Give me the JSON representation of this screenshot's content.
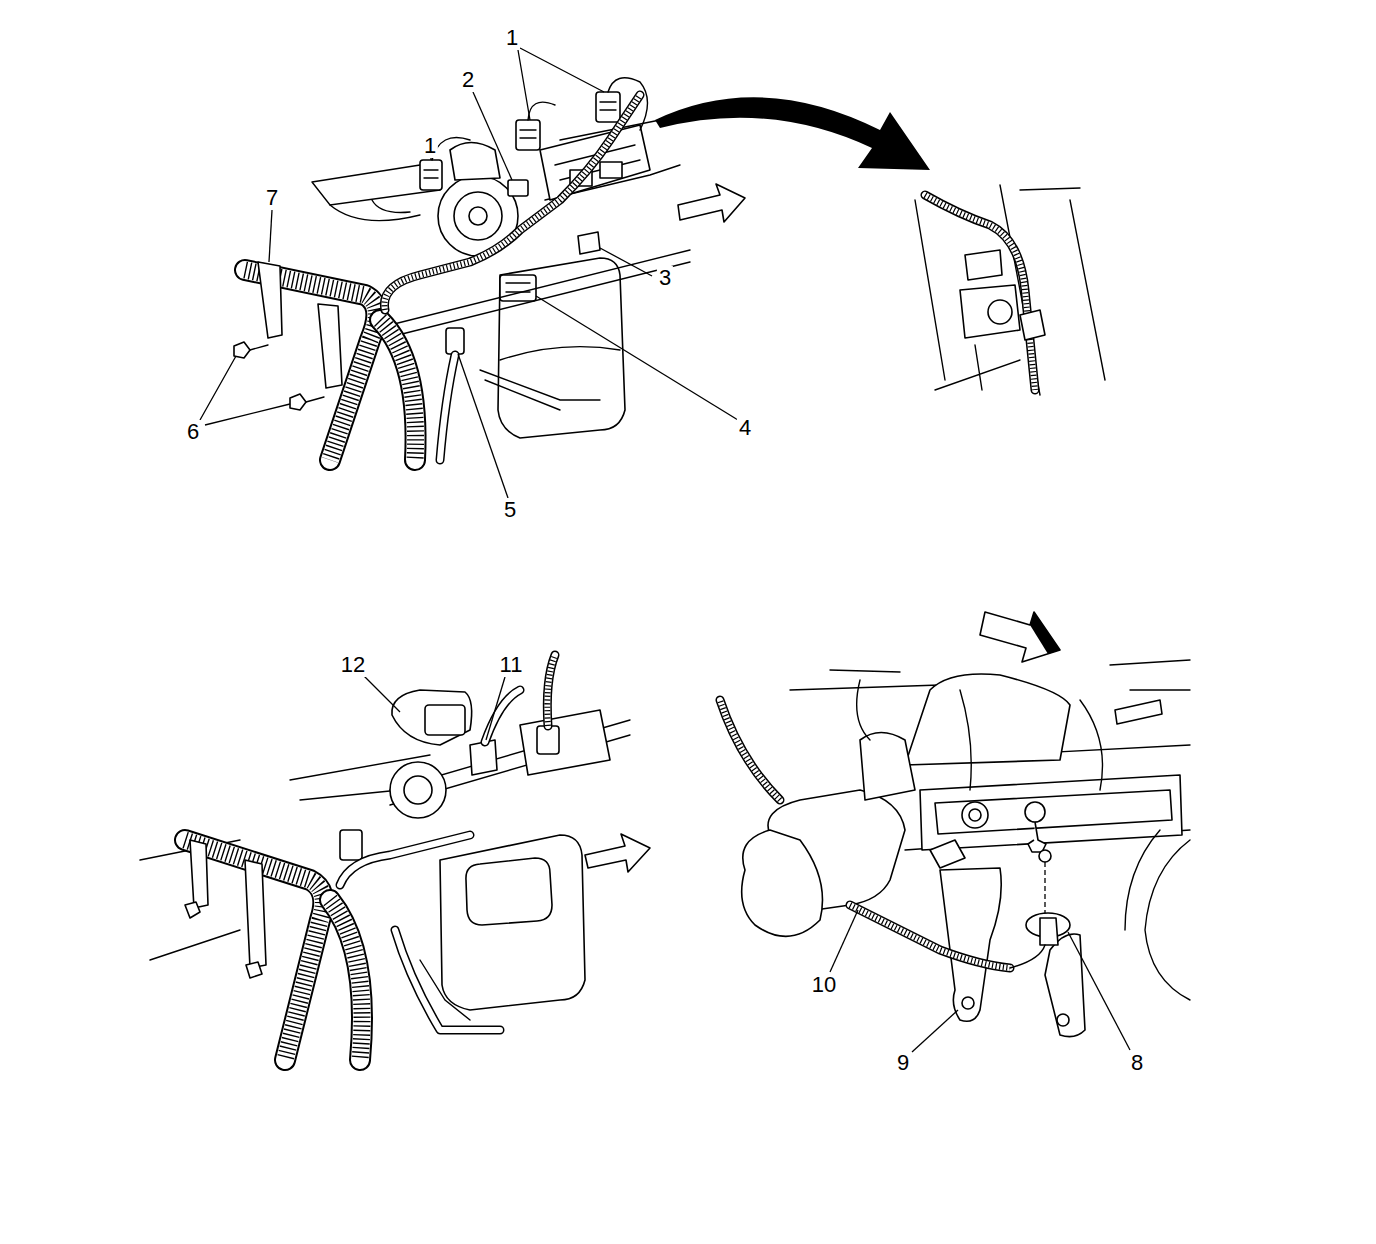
{
  "diagram": {
    "labels": [
      "1",
      "2",
      "1",
      "7",
      "3",
      "6",
      "4",
      "5",
      "12",
      "11",
      "10",
      "9",
      "8"
    ]
  }
}
